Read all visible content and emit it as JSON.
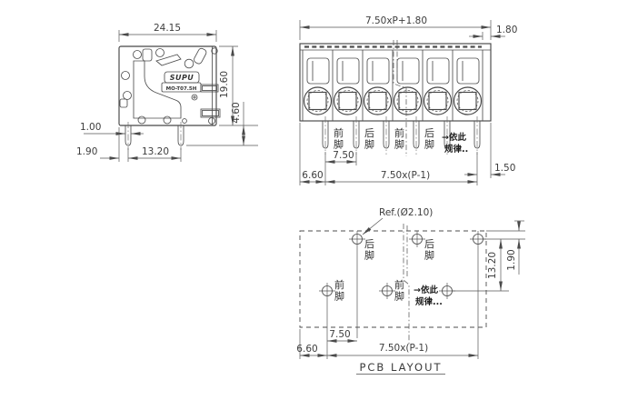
{
  "side_view": {
    "dim_width": "24.15",
    "dim_height": "19.60",
    "dim_pin_length": "4.60",
    "dim_pin_width": "1.00",
    "dim_edge_to_pin": "1.90",
    "dim_pin_spacing": "13.20",
    "logo_brand": "SUPU",
    "logo_model": "MO-T07.5H"
  },
  "front_view": {
    "dim_total_width": "7.50xP+1.80",
    "dim_end_margin": "1.80",
    "dim_pitch": "7.50",
    "dim_pin_span": "7.50x(P-1)",
    "dim_left_margin": "6.60",
    "dim_right_margin": "1.50",
    "label_front_foot": "前脚",
    "label_rear_foot": "后脚",
    "note_line1": "→依此",
    "note_line2": "规律.."
  },
  "pcb_layout": {
    "title": "PCB LAYOUT",
    "hole_ref": "Ref.(Ø2.10)",
    "dim_row_spacing": "13.20",
    "dim_edge_to_row": "1.90",
    "dim_pitch": "7.50",
    "dim_pin_span": "7.50x(P-1)",
    "dim_left_margin": "6.60",
    "label_front_foot": "前脚",
    "label_rear_foot": "后脚",
    "note_line1": "→依此",
    "note_line2": "规律..."
  },
  "colors": {
    "line": "#474747",
    "text": "#3d3d3d",
    "background": "#ffffff"
  }
}
